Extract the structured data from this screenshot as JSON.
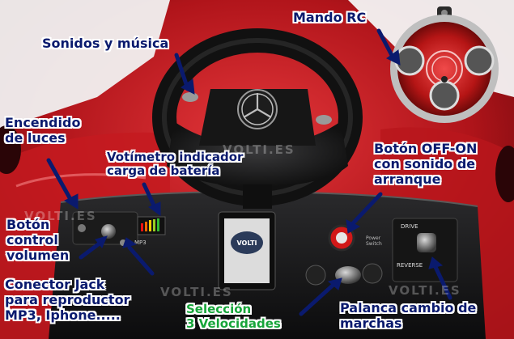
{
  "labels": {
    "mando_rc": "Mando RC",
    "sonidos": "Sonidos y música",
    "encendido": "Encendido\nde luces",
    "voltimetro": "Votímetro indicador\ncarga de batería",
    "boton_off_on": "Botón OFF-ON\ncon sonido de\narranque",
    "boton_volumen": "Botón\ncontrol\nvolumen",
    "conector": "Conector Jack\npara reproductor\nMP3, Iphone.....",
    "seleccion": "Selección\n3 Velocidades",
    "palanca": "Palanca cambio de\nmarchas"
  },
  "watermark": "VOLTI.ES",
  "dash_text": {
    "volti_logo": "VOLTI",
    "drive": "DRIVE",
    "reverse": "REVERSE",
    "power": "Power\nSwitch",
    "mp3": "MP3"
  },
  "colors": {
    "label_text": "#0a1a6e",
    "speed_label": "#17a53a",
    "car_body": "#b0141a",
    "arrow": "#0a1a6e"
  }
}
